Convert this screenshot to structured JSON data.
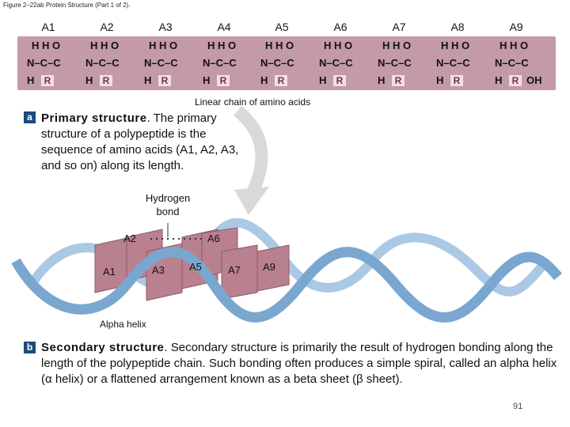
{
  "figure_title": "Figure 2–22ab Protein Structure (Part 1 of 2).",
  "amino_acids": [
    "A1",
    "A2",
    "A3",
    "A4",
    "A5",
    "A6",
    "A7",
    "A8",
    "A9"
  ],
  "chain_atoms": {
    "top": "H H O",
    "mid": "N–C–C",
    "left_h": "H",
    "r_group": "R",
    "terminal": "OH"
  },
  "chain_caption": "Linear chain of amino acids",
  "section_a": {
    "badge": "a",
    "heading": "Primary structure",
    "body": ". The primary structure of a polypeptide is the sequence of amino acids (A1, A2, A3, and so on) along its length."
  },
  "hydrogen_bond_label": "Hydrogen bond",
  "helix_labels": [
    "A2",
    "A6",
    "A1",
    "A3",
    "A5",
    "A7",
    "A9"
  ],
  "alpha_helix_label": "Alpha helix",
  "section_b": {
    "badge": "b",
    "heading": "Secondary structure",
    "body": ". Secondary structure is primarily the result of hydrogen bonding along the length of the polypeptide chain. Such bonding often produces a simple spiral, called an alpha helix (α helix) or a flattened arrangement known as a beta sheet (β sheet)."
  },
  "page_number": "91",
  "colors": {
    "chain_bar": "#c49aa6",
    "helix_ribbon": "#7aa7cf",
    "badge": "#1d4a7c",
    "block": "#b9818f"
  }
}
